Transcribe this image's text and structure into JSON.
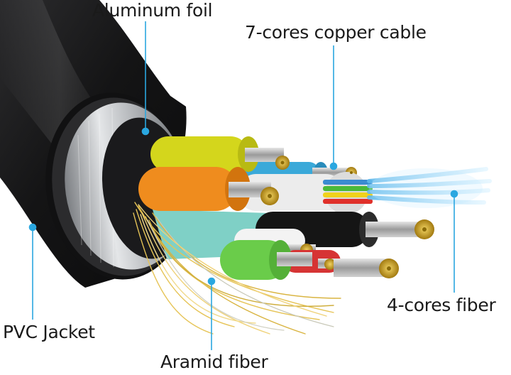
{
  "labels": {
    "aluminum_foil": "Aluminum foil",
    "copper_cable": "7-cores copper cable",
    "fiber": "4-cores fiber",
    "pvc_jacket": "PVC Jacket",
    "aramid_fiber": "Aramid fiber"
  },
  "colors": {
    "callout": "#2aa7e0",
    "jacket": "#1c1c1e",
    "foil": "#b9bcc0",
    "copper": "#c8a020",
    "fiber_glow": "#9fd8f5",
    "aramid": "#e2c35a"
  },
  "components": {
    "cores": [
      "yellow",
      "blue",
      "orange",
      "white",
      "teal",
      "green",
      "red",
      "black"
    ]
  }
}
